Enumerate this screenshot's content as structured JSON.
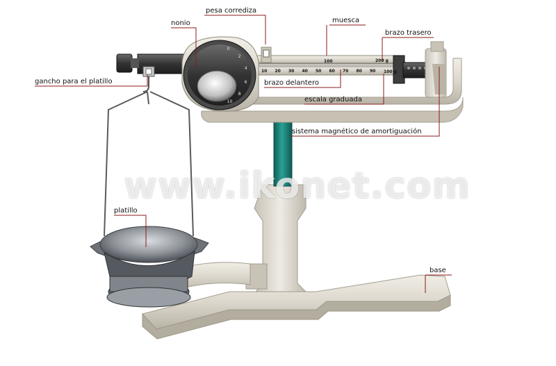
{
  "labels": {
    "pesa_corrediza": "pesa corrediza",
    "nonio": "nonio",
    "muesca": "muesca",
    "brazo_trasero": "brazo trasero",
    "gancho": "gancho para el platillo",
    "brazo_delantero": "brazo delantero",
    "escala_graduada": "escala graduada",
    "sistema_magnetico": "sistema magnético de amortiguación",
    "platillo": "platillo",
    "base": "base"
  },
  "scale": {
    "ticks": [
      "10",
      "20",
      "30",
      "40",
      "50",
      "60",
      "70",
      "80",
      "90"
    ],
    "end_front": "100 g",
    "upper_mid": "100",
    "upper_end": "200 g"
  },
  "dial": {
    "ticks": [
      "0",
      "2",
      "4",
      "6",
      "8",
      "10"
    ]
  },
  "watermark": "www.ikonet.com",
  "colors": {
    "beige": "#dcd7cc",
    "teal": "#1f8a80",
    "dark": "#3a3a3a",
    "callout_red": "#8b1a1a"
  }
}
